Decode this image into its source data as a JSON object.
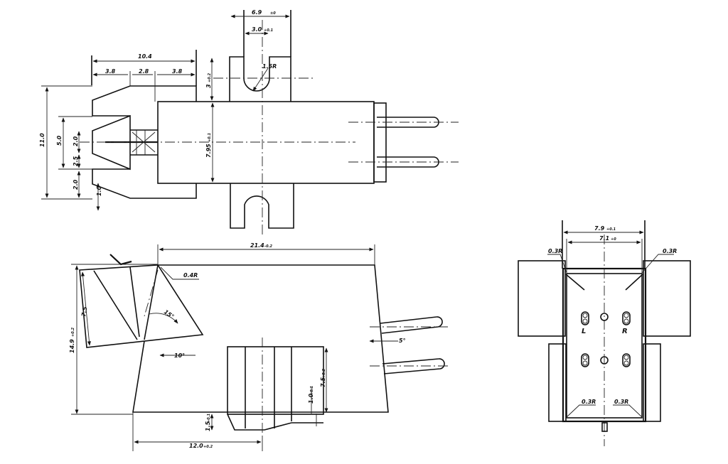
{
  "top_view": {
    "dim_overall_width": "10.4",
    "dim_left": "3.8",
    "dim_center": "2.8",
    "dim_right": "3.8",
    "dim_slot_outer": "6.9",
    "dim_slot_outer_tol": "±0",
    "dim_slot_inner": "3.0",
    "dim_slot_inner_tol": "+0.1",
    "dim_slot_radius": "1.5R",
    "dim_tab_height": "3",
    "dim_tab_height_tol": "+0.2",
    "dim_body_height": "7.95",
    "dim_body_height_tol": "+0.1",
    "dim_overall_height": "11.0",
    "dim_a": "5.0",
    "dim_b": "2.0",
    "dim_c": "2.5",
    "dim_d": "2.0",
    "dim_e": "1.0"
  },
  "side_view": {
    "dim_length": "21.4",
    "dim_length_tol": "-0.2",
    "dim_radius": "0.4R",
    "dim_height": "14.9",
    "dim_height_tol": "+0.2",
    "dim_left_slant": "7.5",
    "dim_angle": "15°",
    "dim_angle_b": "10°",
    "dim_pin_angle": "5°",
    "dim_block_height": "7.5",
    "dim_block_tol": "+0.2",
    "dim_small": "1.0",
    "dim_small_tol": "+0.1",
    "dim_bottom": "1.5",
    "dim_bottom_tol": "+0.1",
    "dim_base": "12.0",
    "dim_base_tol": "+0.2"
  },
  "rear_view": {
    "dim_outer": "7.9",
    "dim_outer_tol": "+0.1",
    "dim_inner": "7.1",
    "dim_inner_tol": "+0",
    "radius_tl": "0.3R",
    "radius_tr": "0.3R",
    "radius_bl": "0.3R",
    "radius_br": "0.3R",
    "label_left": "L",
    "label_right": "R"
  }
}
